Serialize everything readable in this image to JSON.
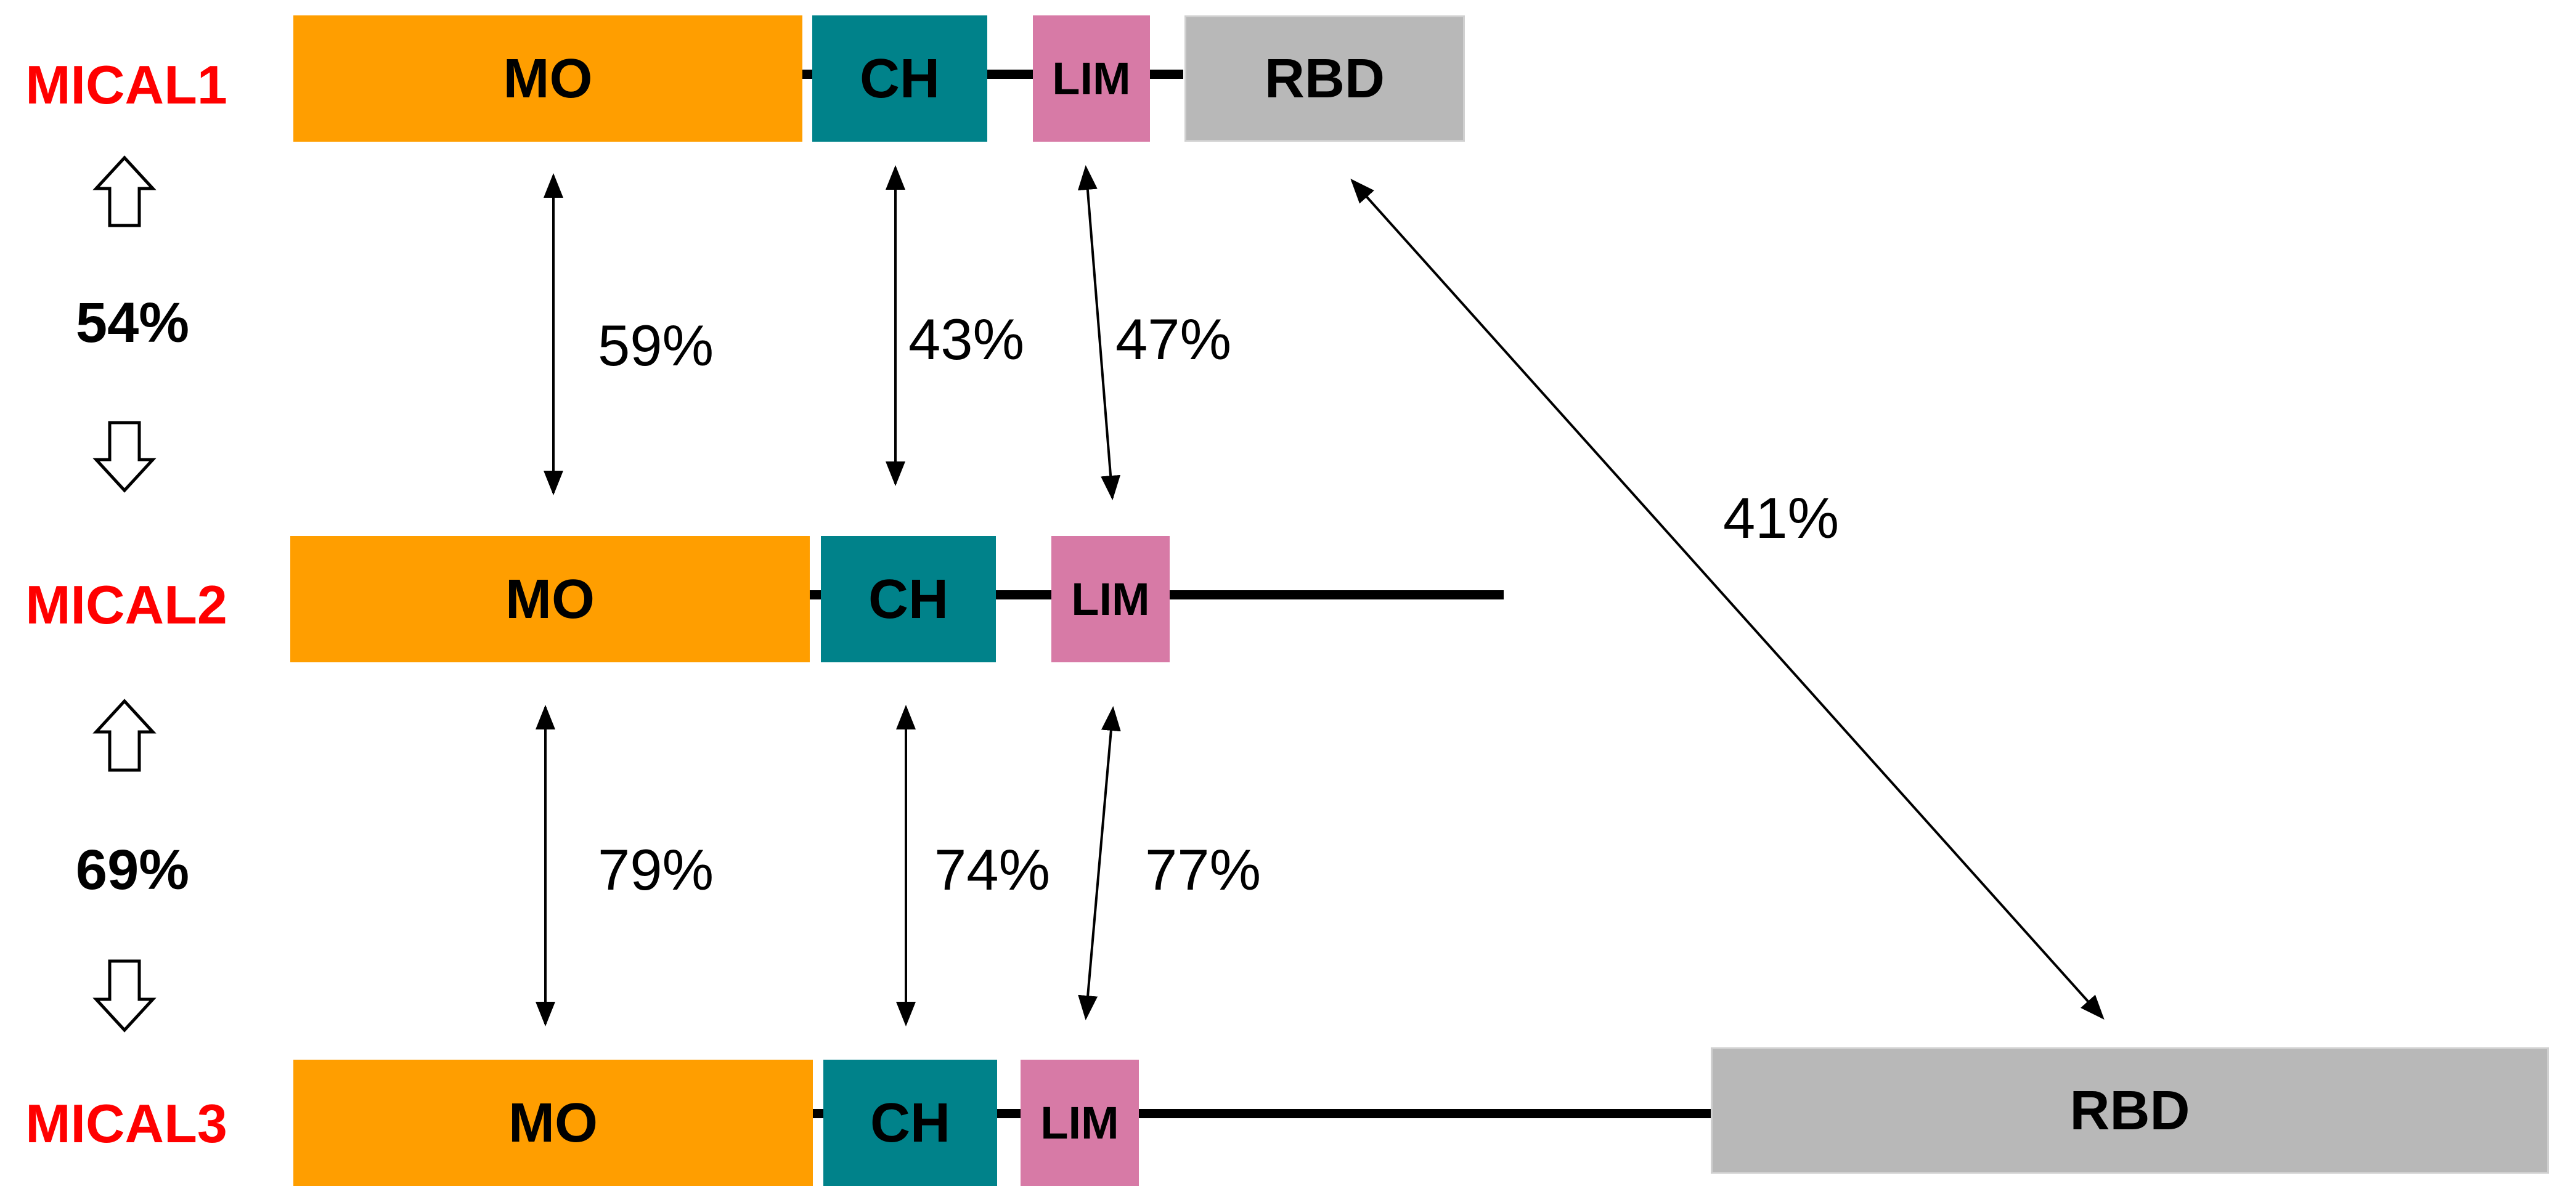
{
  "colors": {
    "protein_label": "#ff0000",
    "MO": "#ff9e00",
    "CH": "#00828a",
    "LIM": "#d77aa6",
    "RBD": "#b8b8b8",
    "line": "#000000"
  },
  "proteins": {
    "mical1": {
      "name": "MICAL1",
      "mo": "MO",
      "ch": "CH",
      "lim": "LIM",
      "rbd": "RBD"
    },
    "mical2": {
      "name": "MICAL2",
      "mo": "MO",
      "ch": "CH",
      "lim": "LIM"
    },
    "mical3": {
      "name": "MICAL3",
      "mo": "MO",
      "ch": "CH",
      "lim": "LIM",
      "rbd": "RBD"
    }
  },
  "overall_identity": {
    "mical1_mical2": "54%",
    "mical2_mical3": "69%"
  },
  "domain_identity": {
    "mical1_mical2": {
      "mo": "59%",
      "ch": "43%",
      "lim": "47%"
    },
    "mical2_mical3": {
      "mo": "79%",
      "ch": "74%",
      "lim": "77%"
    },
    "mical1_mical3": {
      "rbd": "41%"
    }
  },
  "icons": {
    "up": "up-outline-arrow-icon",
    "down": "down-outline-arrow-icon",
    "double": "double-headed-arrow-icon"
  }
}
